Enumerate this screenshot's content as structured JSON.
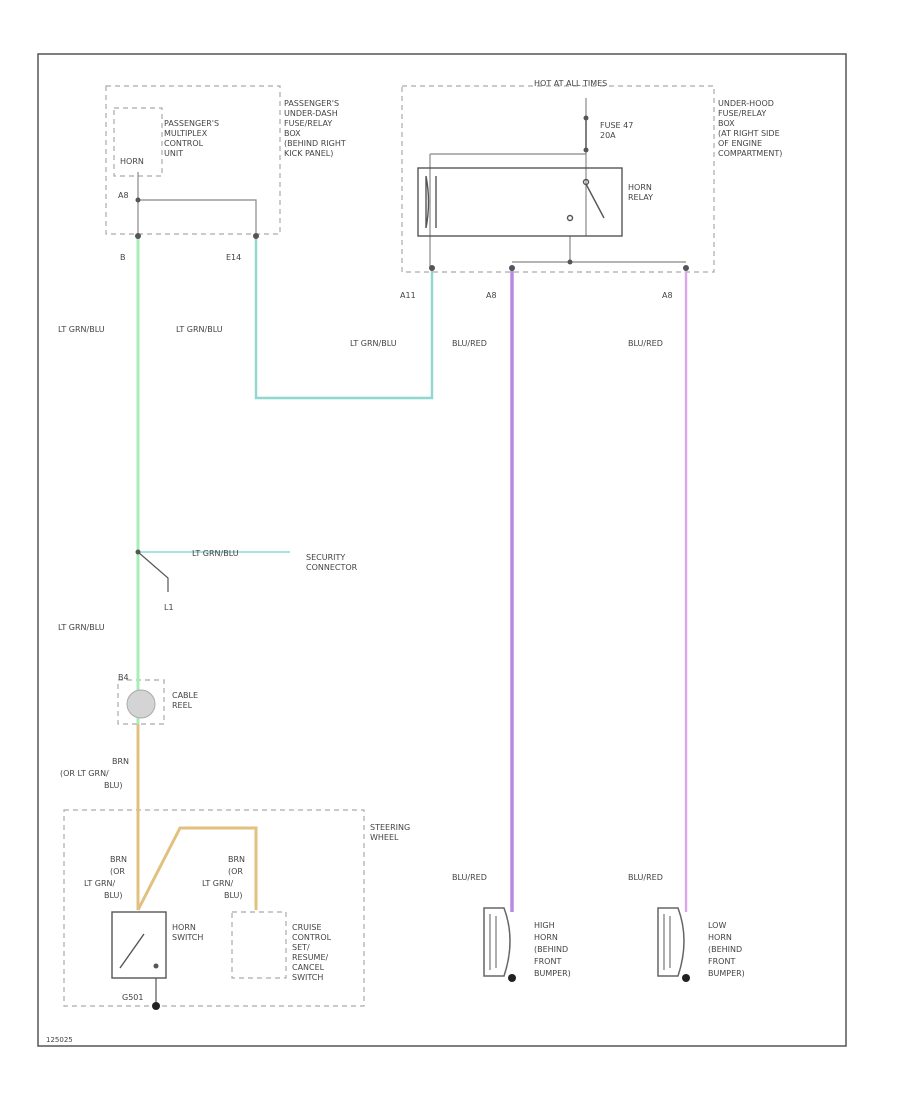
{
  "colors": {
    "lt_grn_blu": "#a6f0b8",
    "lt_grn_blu_teal": "#8fd8d0",
    "blu_red": "#b98ae0",
    "blu_red_light": "#d8a8ec",
    "brn_or_lt_grn_blu": "#e2c080"
  },
  "labels": {
    "pmcu": [
      "PASSENGER'S",
      "MULTIPLEX",
      "CONTROL",
      "UNIT"
    ],
    "pmcu_horn": "HORN",
    "pmcu_pin": "A8",
    "pass_box": [
      "PASSENGER'S",
      "UNDER-DASH",
      "FUSE/RELAY",
      "BOX",
      "(BEHIND RIGHT",
      "KICK PANEL)"
    ],
    "pin_b": "B",
    "pin_e14": "E14",
    "hot": "HOT AT ALL TIMES",
    "fuse": [
      "FUSE 47",
      "20A"
    ],
    "relay": [
      "HORN",
      "RELAY"
    ],
    "underhood": [
      "UNDER-HOOD",
      "FUSE/RELAY",
      "BOX",
      "(AT RIGHT SIDE",
      "OF ENGINE",
      "COMPARTMENT)"
    ],
    "pin_a11": "A11",
    "pin_a8a": "A8",
    "pin_a8b": "A8",
    "w_lt_grn_blu_1": "LT GRN/BLU",
    "w_lt_grn_blu_2": "LT GRN/BLU",
    "w_lt_grn_blu_3": "LT GRN/BLU",
    "w_blu_red_1": "BLU/RED",
    "w_blu_red_2": "BLU/RED",
    "w_lt_grn_blu_sec": "LT GRN/BLU",
    "security": [
      "SECURITY",
      "CONNECTOR"
    ],
    "ground_l1": "L1",
    "w_lt_grn_blu_4": "LT GRN/BLU",
    "pin_b4": "B4",
    "cable_reel": [
      "CABLE",
      "REEL"
    ],
    "w_brn_wire": [
      "BRN",
      "(OR LT GRN/",
      "BLU)"
    ],
    "steering": [
      "STEERING",
      "WHEEL"
    ],
    "w_brn_left": [
      "BRN",
      "(OR",
      "LT GRN/",
      "BLU)"
    ],
    "w_brn_right": [
      "BRN",
      "(OR",
      "LT GRN/",
      "BLU)"
    ],
    "horn_switch": [
      "HORN",
      "SWITCH"
    ],
    "cruise": [
      "CRUISE",
      "CONTROL",
      "SET/",
      "RESUME/",
      "CANCEL",
      "SWITCH"
    ],
    "g_ground": "G501",
    "w_blu_red_3": "BLU/RED",
    "w_blu_red_4": "BLU/RED",
    "high_horn": [
      "HIGH",
      "HORN",
      "(BEHIND",
      "FRONT",
      "BUMPER)"
    ],
    "low_horn": [
      "LOW",
      "HORN",
      "(BEHIND",
      "FRONT",
      "BUMPER)"
    ],
    "code": "125025"
  }
}
